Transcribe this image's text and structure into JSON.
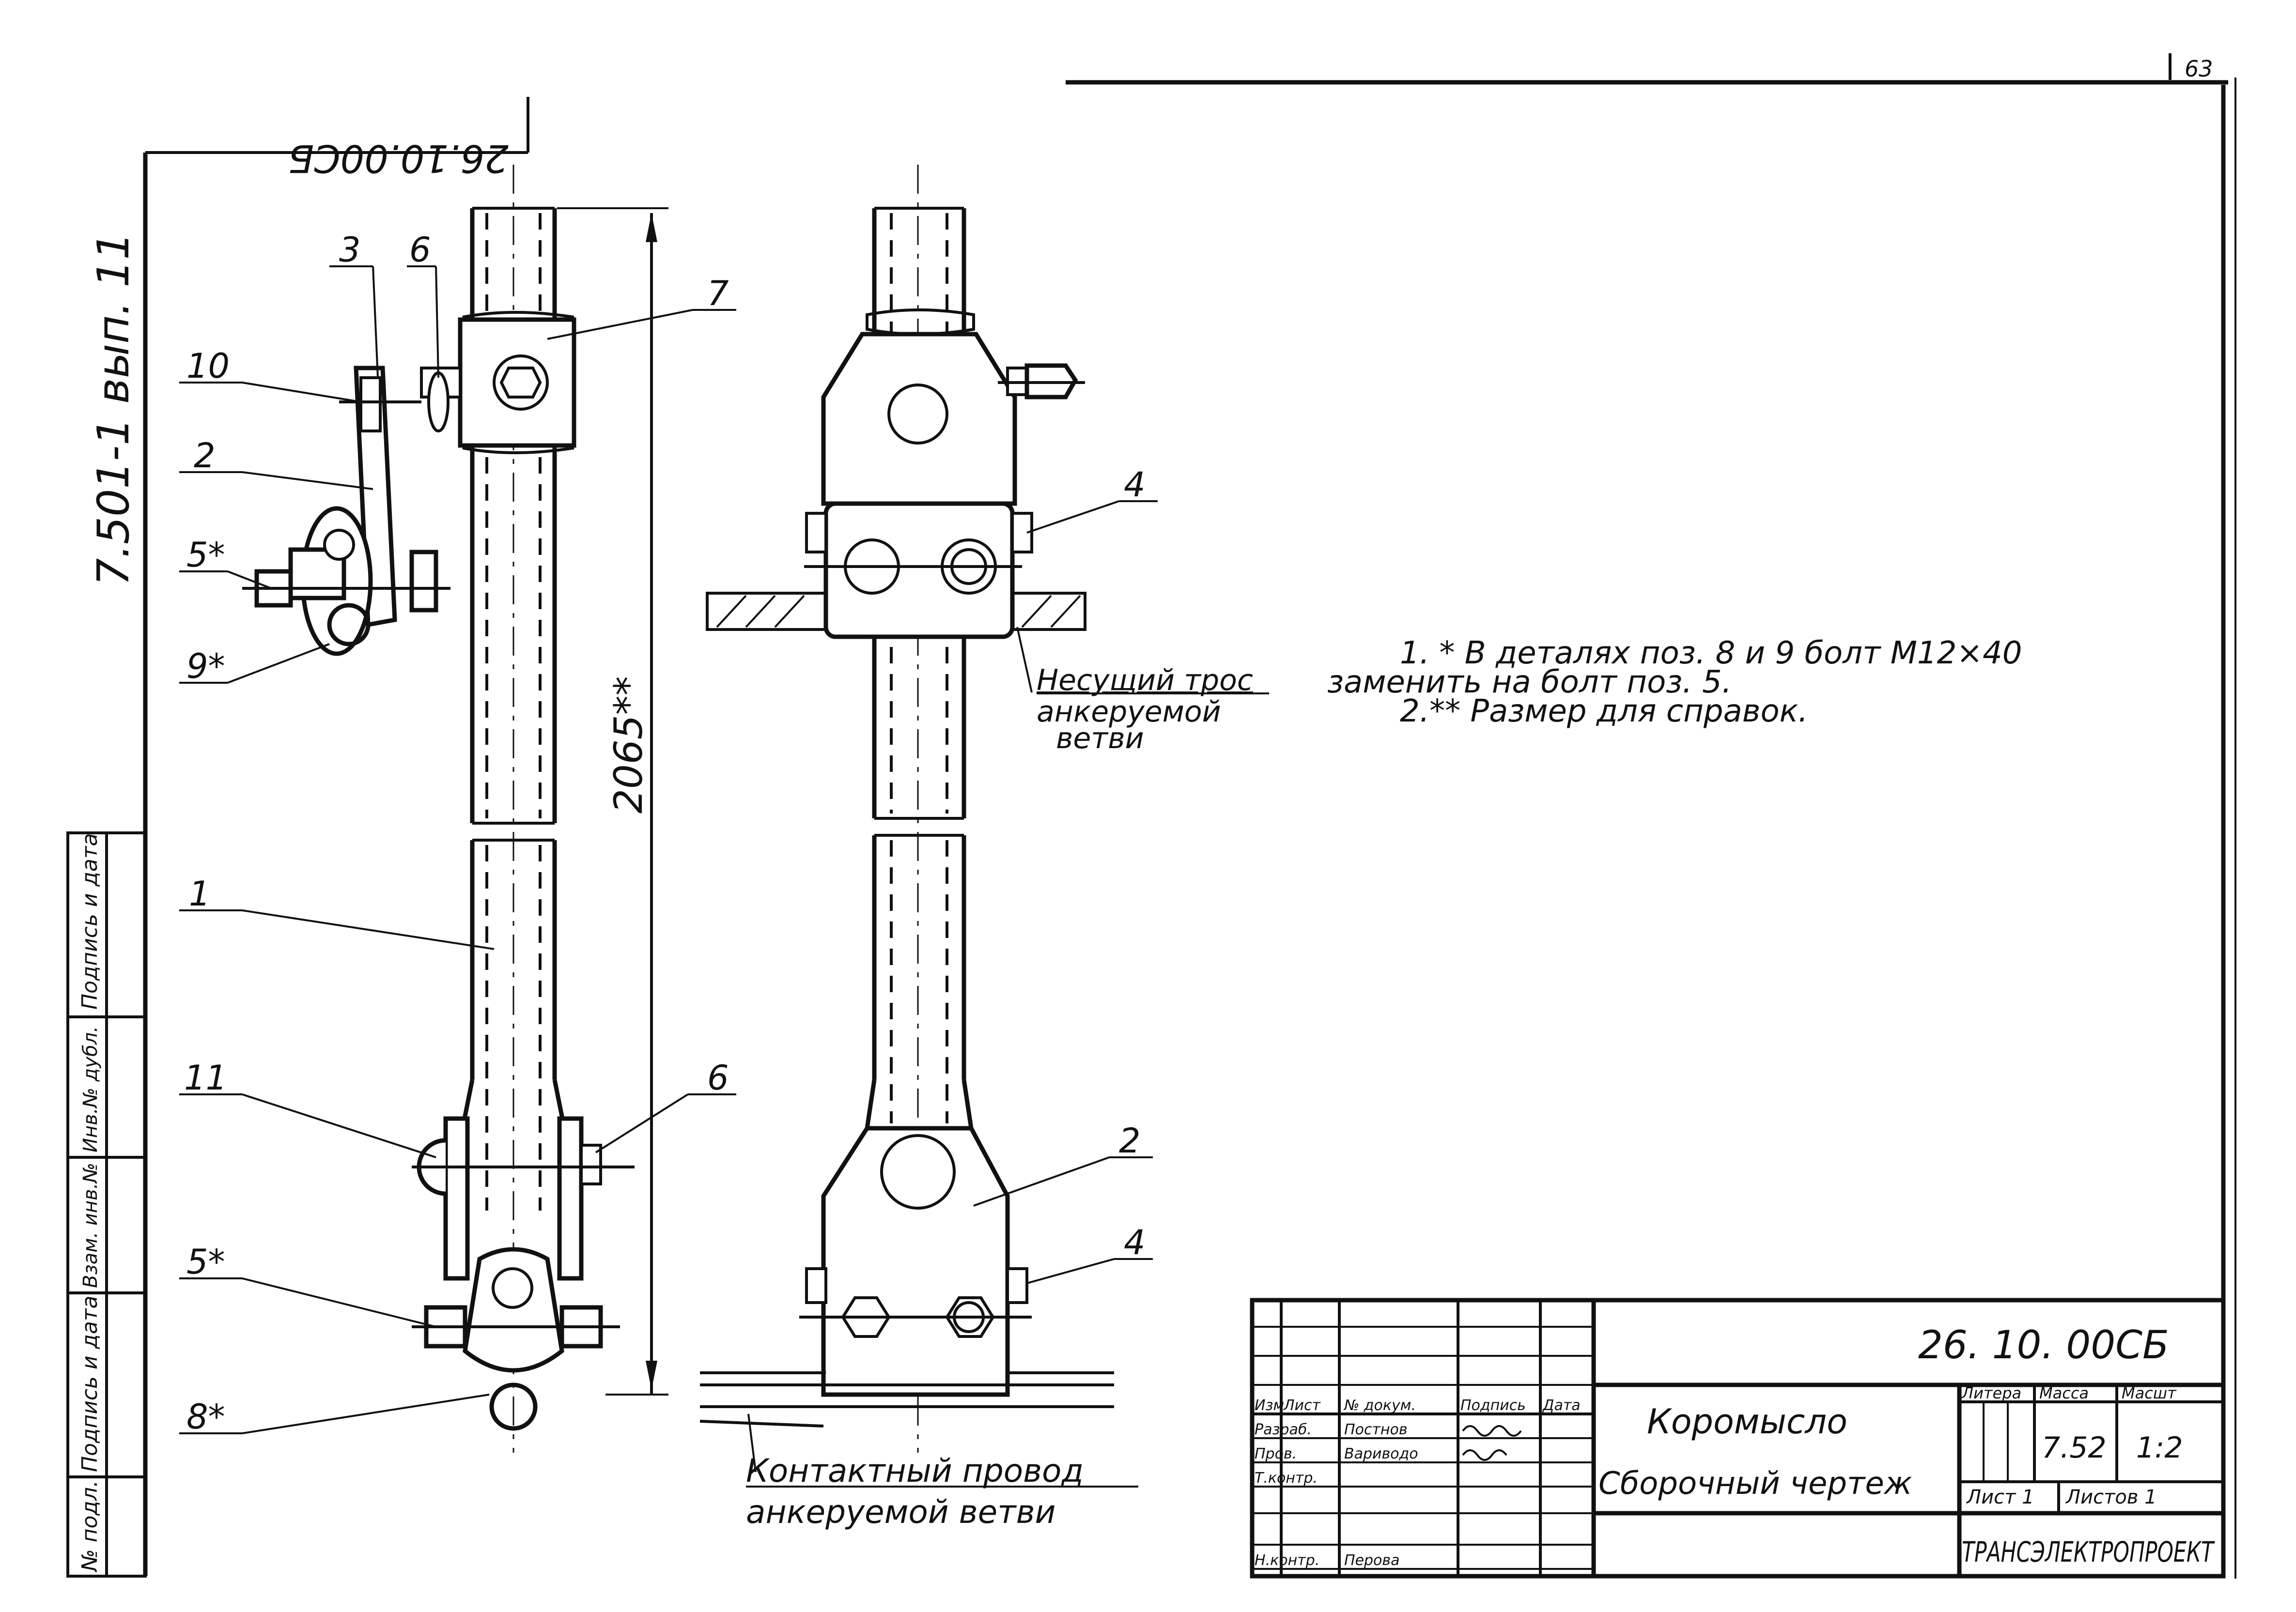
{
  "sheet_page": "63",
  "archive_code": "7.501-1 вып. 11",
  "stamp_code_top": "26.10.00СБ",
  "left_strip": {
    "labels": [
      "Подпись и дата",
      "Инв.№ дубл.",
      "Взам. инв.№",
      "Подпись и дата",
      "№ подл."
    ]
  },
  "callouts": {
    "pos_1": "1",
    "pos_2a": "2",
    "pos_3": "3",
    "pos_5a": "5*",
    "pos_5b": "5*",
    "pos_6a": "6",
    "pos_6b": "6",
    "pos_7": "7",
    "pos_8": "8*",
    "pos_9": "9*",
    "pos_10": "10",
    "pos_11": "11",
    "pos_2b": "2",
    "pos_4a": "4",
    "pos_4b": "4"
  },
  "dimension": "2065**",
  "labels": {
    "carrier_cable_line1": "Несущий трос",
    "carrier_cable_line2": "анкеруемой",
    "carrier_cable_line3": "ветви",
    "contact_wire_line1": "Контактный провод",
    "contact_wire_line2": "анкеруемой ветви"
  },
  "notes": {
    "line1": "1. * В деталях поз. 8 и 9  болт  М12×40",
    "line2": "заменить  на болт  поз. 5.",
    "line3": "2.** Размер для справок."
  },
  "title_block": {
    "designation": "26. 10. 00СБ",
    "name_line1": "Коромысло",
    "name_line2": "Сборочный чертеж",
    "col_headers": [
      "Изм",
      "Лист",
      "№ докум.",
      "Подпись",
      "Дата"
    ],
    "rows": [
      {
        "role": "Разраб.",
        "name": "Постнов"
      },
      {
        "role": "Пров.",
        "name": "Вариводо"
      },
      {
        "role": "Т.контр.",
        "name": ""
      },
      {
        "role": "Н.контр.",
        "name": "Перова"
      }
    ],
    "litera_label": "Литера",
    "mass_label": "Масса",
    "scale_label": "Масшт",
    "mass_value": "7.52",
    "scale_value": "1:2",
    "sheet_label": "Лист 1",
    "sheets_label": "Листов 1",
    "organization": "ТРАНСЭЛЕКТРОПРОЕКТ"
  }
}
